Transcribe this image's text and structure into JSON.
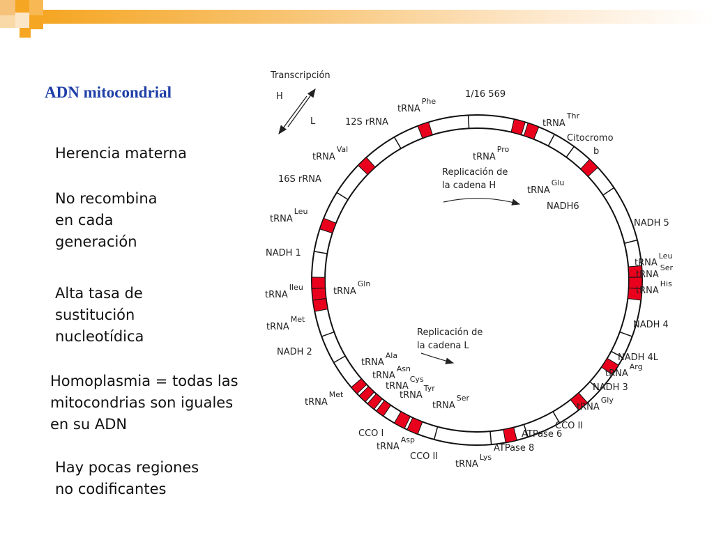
{
  "slide": {
    "title": "ADN mitocondrial",
    "points": [
      "Herencia materna",
      "No recombina\nen cada\ngeneración",
      "Alta tasa de\nsustitución\nnucleotídica",
      "Homoplasmia = todas las\nmitocondrias  son iguales\nen su ADN",
      "Hay pocas regiones\nno codificantes"
    ]
  },
  "diagram": {
    "transcription": {
      "title": "Transcripción",
      "h": "H",
      "l": "L"
    },
    "origin": "1/16 569",
    "replication_h": [
      "Replicación de",
      "la cadena H"
    ],
    "replication_l": [
      "Replicación de",
      "la cadena L"
    ],
    "labels": {
      "phe": [
        "tRNA",
        "Phe"
      ],
      "thr": [
        "tRNA",
        "Thr"
      ],
      "rrna12s": "12S rRNA",
      "citocromo": [
        "Citocromo",
        "b"
      ],
      "val": [
        "tRNA",
        "Val"
      ],
      "pro": [
        "tRNA",
        "Pro"
      ],
      "rrna16s": "16S rRNA",
      "glu": [
        "tRNA",
        "Glu"
      ],
      "nadh6": "NADH6",
      "leu1": [
        "tRNA",
        "Leu"
      ],
      "nadh5": "NADH 5",
      "nadh1": "NADH 1",
      "leu2": [
        "tRNA",
        "Leu"
      ],
      "ser2": [
        "tRNA",
        "Ser"
      ],
      "his": [
        "tRNA",
        "His"
      ],
      "ileu": [
        "tRNA",
        "Ileu"
      ],
      "gln": [
        "tRNA",
        "Gln"
      ],
      "met1": [
        "tRNA",
        "Met"
      ],
      "nadh4": "NADH 4",
      "nadh2": "NADH 2",
      "nadh4l": "NADH 4L",
      "ala": [
        "tRNA",
        "Ala"
      ],
      "asn": [
        "tRNA",
        "Asn"
      ],
      "cys": [
        "tRNA",
        "Cys"
      ],
      "tyr": [
        "tRNA",
        "Tyr"
      ],
      "arg": [
        "tRNA",
        "Arg"
      ],
      "nadh3": "NADH 3",
      "met2": [
        "tRNA",
        "Met"
      ],
      "ser1": [
        "tRNA",
        "Ser"
      ],
      "gly": [
        "tRNA",
        "Gly"
      ],
      "cco1": "CCO I",
      "atpase6": "ATPase 6",
      "cco2r": "CCO II",
      "asp": [
        "tRNA",
        "Asp"
      ],
      "atpase8": "ATPase 8",
      "cco2": "CCO II",
      "lys": [
        "tRNA",
        "Lys"
      ]
    }
  },
  "colors": {
    "accent": "#f5a623",
    "title": "#1f3fa8",
    "trna_block": "#e8001c"
  }
}
